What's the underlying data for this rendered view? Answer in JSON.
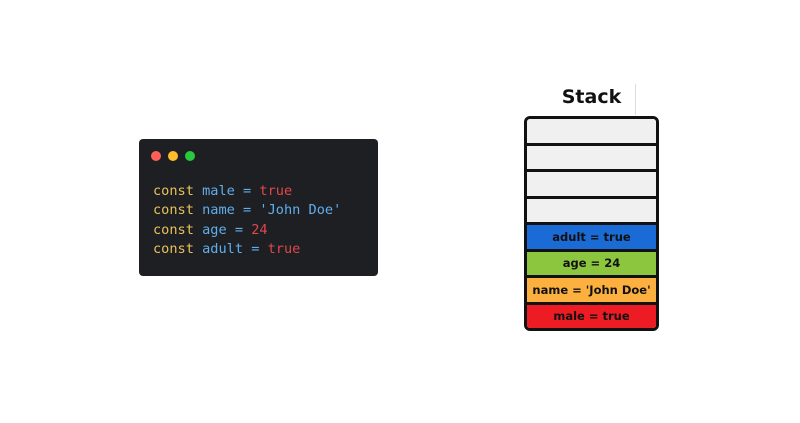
{
  "code_window": {
    "dot_colors": [
      "#ff5f56",
      "#ffbd2e",
      "#27c93f"
    ],
    "lines": [
      [
        {
          "text": "const ",
          "color": "#e8c15a"
        },
        {
          "text": "male",
          "color": "#61aeee"
        },
        {
          "text": " = ",
          "color": "#61aeee"
        },
        {
          "text": "true",
          "color": "#e0474c"
        }
      ],
      [
        {
          "text": "const ",
          "color": "#e8c15a"
        },
        {
          "text": "name",
          "color": "#61aeee"
        },
        {
          "text": " = ",
          "color": "#61aeee"
        },
        {
          "text": "'John Doe'",
          "color": "#61aeee"
        }
      ],
      [
        {
          "text": "const ",
          "color": "#e8c15a"
        },
        {
          "text": "age",
          "color": "#61aeee"
        },
        {
          "text": " = ",
          "color": "#61aeee"
        },
        {
          "text": "24",
          "color": "#e0474c"
        }
      ],
      [
        {
          "text": "const ",
          "color": "#e8c15a"
        },
        {
          "text": "adult",
          "color": "#61aeee"
        },
        {
          "text": " = ",
          "color": "#61aeee"
        },
        {
          "text": "true",
          "color": "#e0474c"
        }
      ]
    ]
  },
  "stack": {
    "title": "Stack",
    "slots": [
      {
        "label": "",
        "color": "#f0f0f0"
      },
      {
        "label": "",
        "color": "#f0f0f0"
      },
      {
        "label": "",
        "color": "#f0f0f0"
      },
      {
        "label": "",
        "color": "#f0f0f0"
      },
      {
        "label": "adult = true",
        "color": "#1a6bd6"
      },
      {
        "label": "age = 24",
        "color": "#8cc63f"
      },
      {
        "label": "name = 'John Doe'",
        "color": "#fbb040"
      },
      {
        "label": "male = true",
        "color": "#ed1c24"
      }
    ]
  }
}
